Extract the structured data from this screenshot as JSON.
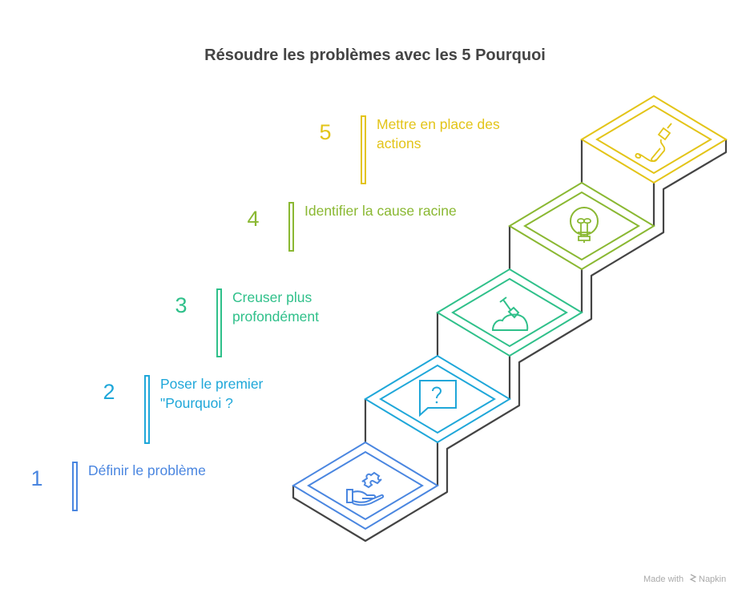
{
  "title": "Résoudre les problèmes avec les 5 Pourquoi",
  "steps": [
    {
      "number": "1",
      "lines": [
        "Définir le problème"
      ],
      "color": "#4a86e0",
      "icon": "hand-puzzle-icon"
    },
    {
      "number": "2",
      "lines": [
        "Poser le premier",
        "\"Pourquoi ?"
      ],
      "color": "#1fa7d9",
      "icon": "question-bubble-icon"
    },
    {
      "number": "3",
      "lines": [
        "Creuser plus",
        "profondément"
      ],
      "color": "#2fc08a",
      "icon": "shovel-dig-icon"
    },
    {
      "number": "4",
      "lines": [
        "Identifier la cause racine"
      ],
      "color": "#8ab832",
      "icon": "lightbulb-icon"
    },
    {
      "number": "5",
      "lines": [
        "Mettre en place des",
        "actions"
      ],
      "color": "#e3c418",
      "icon": "plug-cable-icon"
    }
  ],
  "footer": {
    "prefix": "Made with",
    "brand": "Napkin"
  },
  "outline_color": "#444444"
}
